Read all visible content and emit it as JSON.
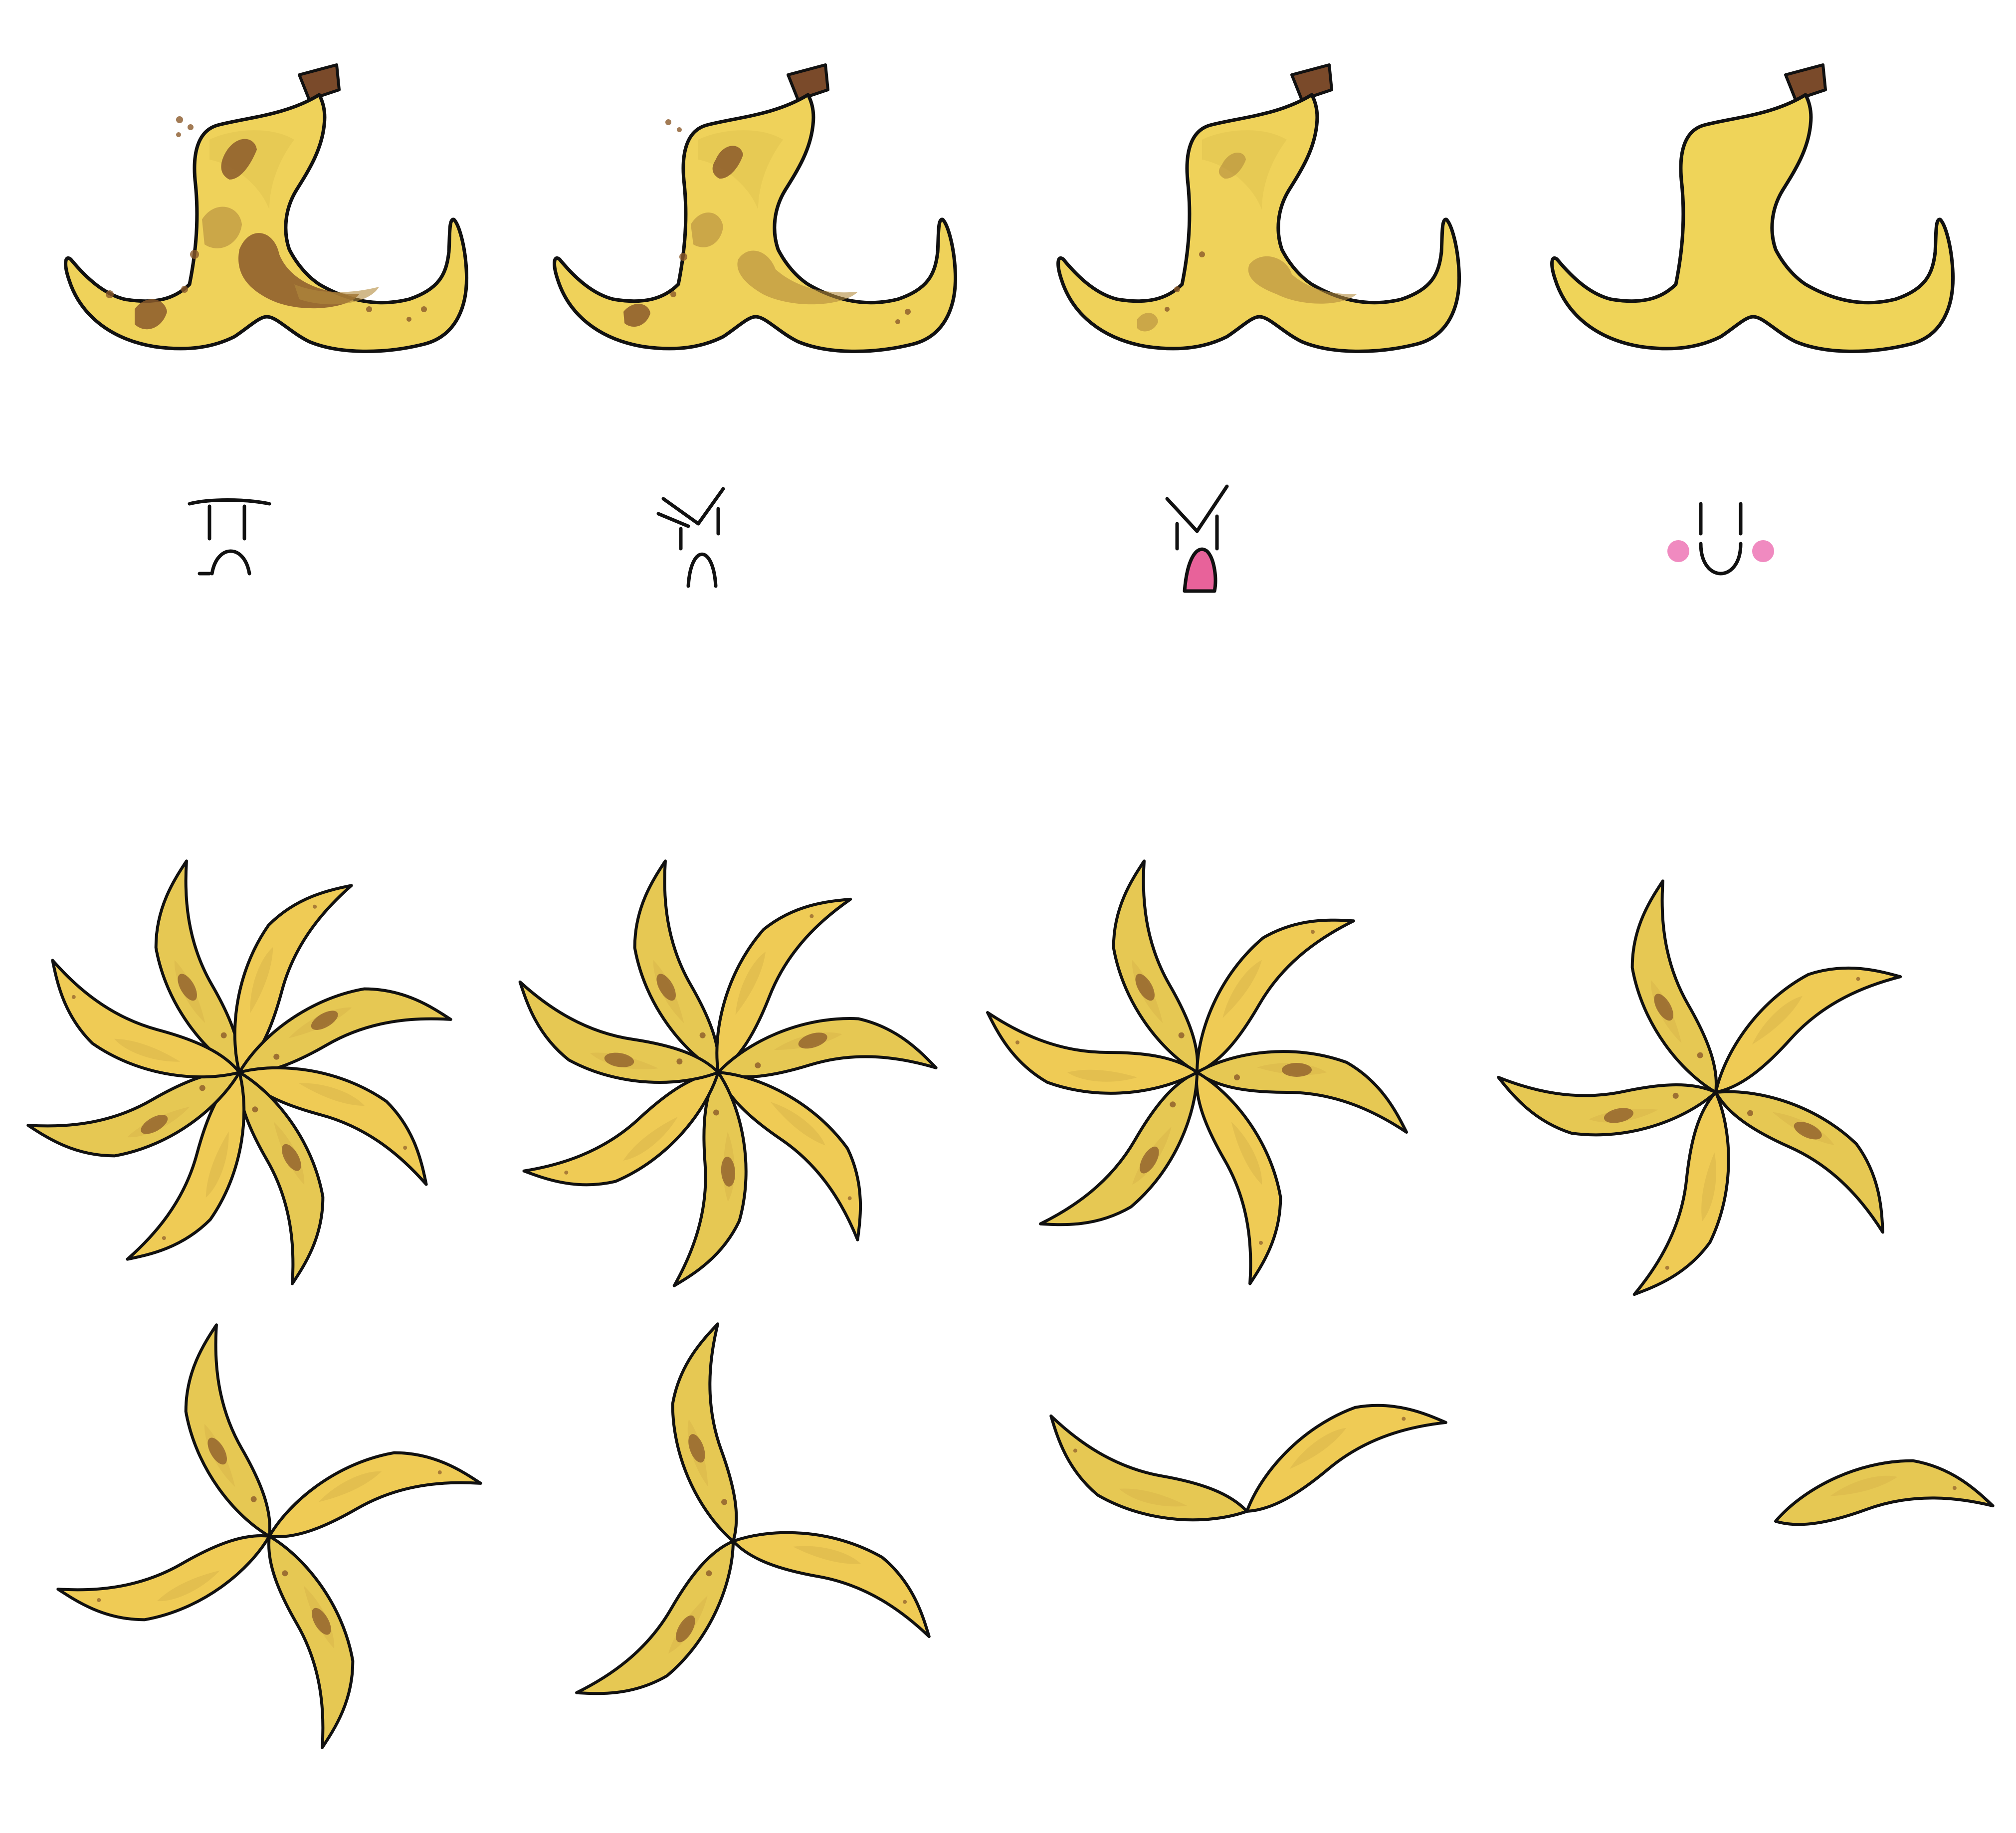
{
  "sprite_sheet": {
    "colors": {
      "background": "#ffffff",
      "outline": "#111111",
      "peel_fresh": "#EFD459",
      "peel_aged": "#E6C853",
      "peel_light": "#EFCB55",
      "peel_dark": "#D9B64A",
      "bruise": "#8B5A2B",
      "bruise_soft": "#B38A3C",
      "stem": "#7A4A2A",
      "tongue": "#E8629A",
      "blush": "#F08AC0"
    },
    "peels": [
      {
        "name": "peel-rotten",
        "spots": "heavy"
      },
      {
        "name": "peel-bruised",
        "spots": "medium"
      },
      {
        "name": "peel-ripe",
        "spots": "light"
      },
      {
        "name": "peel-fresh",
        "spots": "none"
      }
    ],
    "faces": [
      {
        "name": "face-sad",
        "icon": "sad-face-icon"
      },
      {
        "name": "face-angry",
        "icon": "angry-face-icon"
      },
      {
        "name": "face-shouting",
        "icon": "shouting-face-icon"
      },
      {
        "name": "face-happy",
        "icon": "happy-blush-face-icon"
      }
    ],
    "pinwheels": [
      {
        "name": "pinwheel-frame-1",
        "blades": 8
      },
      {
        "name": "pinwheel-frame-2",
        "blades": 7
      },
      {
        "name": "pinwheel-frame-3",
        "blades": 6
      },
      {
        "name": "pinwheel-frame-4",
        "blades": 5
      },
      {
        "name": "pinwheel-frame-5",
        "blades": 4
      },
      {
        "name": "pinwheel-frame-6",
        "blades": 3
      },
      {
        "name": "pinwheel-frame-7",
        "blades": 2
      },
      {
        "name": "pinwheel-frame-8",
        "blades": 1
      }
    ]
  }
}
